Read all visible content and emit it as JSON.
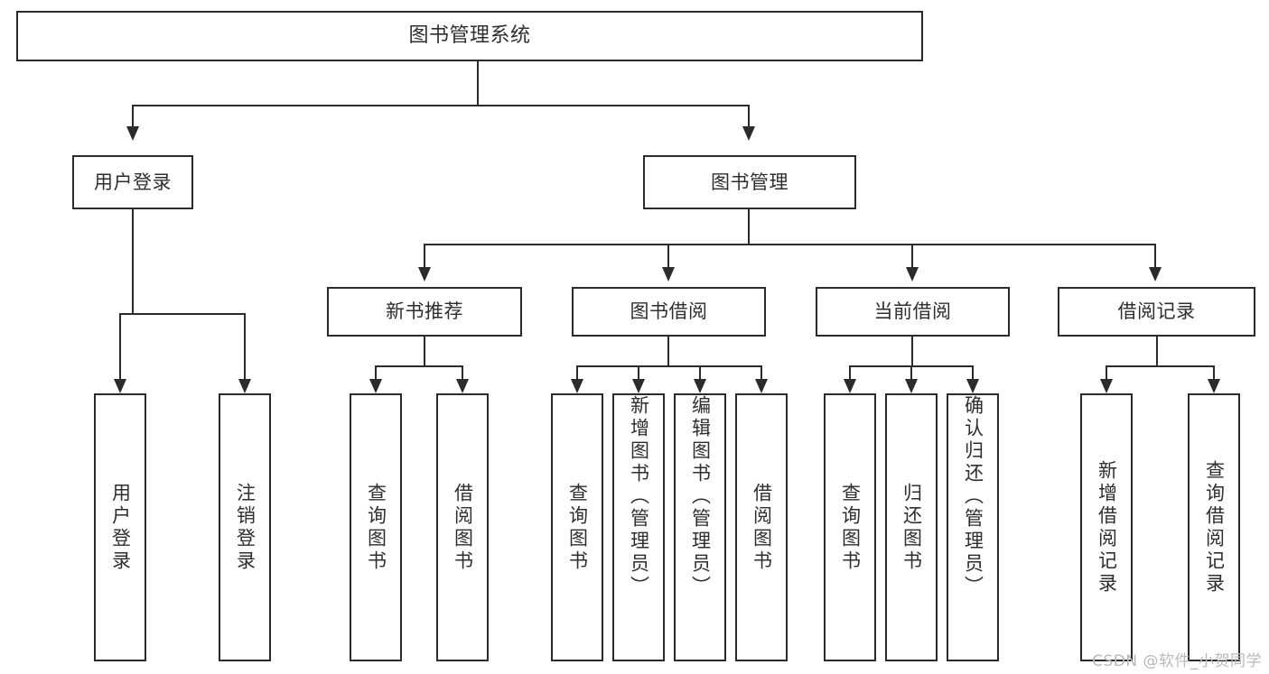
{
  "diagram": {
    "kind": "tree-hierarchy",
    "title": "图书管理系统",
    "watermark": "CSDN @软件_小贺同学",
    "colors": {
      "background": "#ffffff",
      "stroke": "#2b2b2b",
      "text": "#2e2e2e",
      "watermark": "#b9b9b9"
    },
    "levels": {
      "root": "图书管理系统",
      "level2": [
        "用户登录",
        "图书管理"
      ],
      "level3": [
        "新书推荐",
        "图书借阅",
        "当前借阅",
        "借阅记录"
      ],
      "leaves": [
        "用户登录",
        "注销登录",
        "查询图书",
        "借阅图书",
        "查询图书",
        "新增图书（管理员）",
        "编辑图书（管理员）",
        "借阅图书",
        "查询图书",
        "归还图书",
        "确认归还（管理员）",
        "新增借阅记录",
        "查询借阅记录"
      ]
    },
    "nodes": {
      "root": {
        "label": "图书管理系统"
      },
      "user_login": {
        "label": "用户登录"
      },
      "book_manage": {
        "label": "图书管理"
      },
      "new_book_rec": {
        "label": "新书推荐"
      },
      "book_borrow": {
        "label": "图书借阅"
      },
      "current_borrow": {
        "label": "当前借阅"
      },
      "borrow_record": {
        "label": "借阅记录"
      },
      "leaf_user_login": {
        "label": "用户登录"
      },
      "leaf_logout": {
        "label": "注销登录"
      },
      "leaf_query_book_1": {
        "label": "查询图书"
      },
      "leaf_borrow_book_1": {
        "label": "借阅图书"
      },
      "leaf_query_book_2": {
        "label": "查询图书"
      },
      "leaf_add_book": {
        "label": "新增图书（管理员）"
      },
      "leaf_edit_book": {
        "label": "编辑图书（管理员）"
      },
      "leaf_borrow_book_2": {
        "label": "借阅图书"
      },
      "leaf_query_book_3": {
        "label": "查询图书"
      },
      "leaf_return_book": {
        "label": "归还图书"
      },
      "leaf_confirm_return": {
        "label": "确认归还（管理员）"
      },
      "leaf_add_record": {
        "label": "新增借阅记录"
      },
      "leaf_query_record": {
        "label": "查询借阅记录"
      }
    }
  }
}
